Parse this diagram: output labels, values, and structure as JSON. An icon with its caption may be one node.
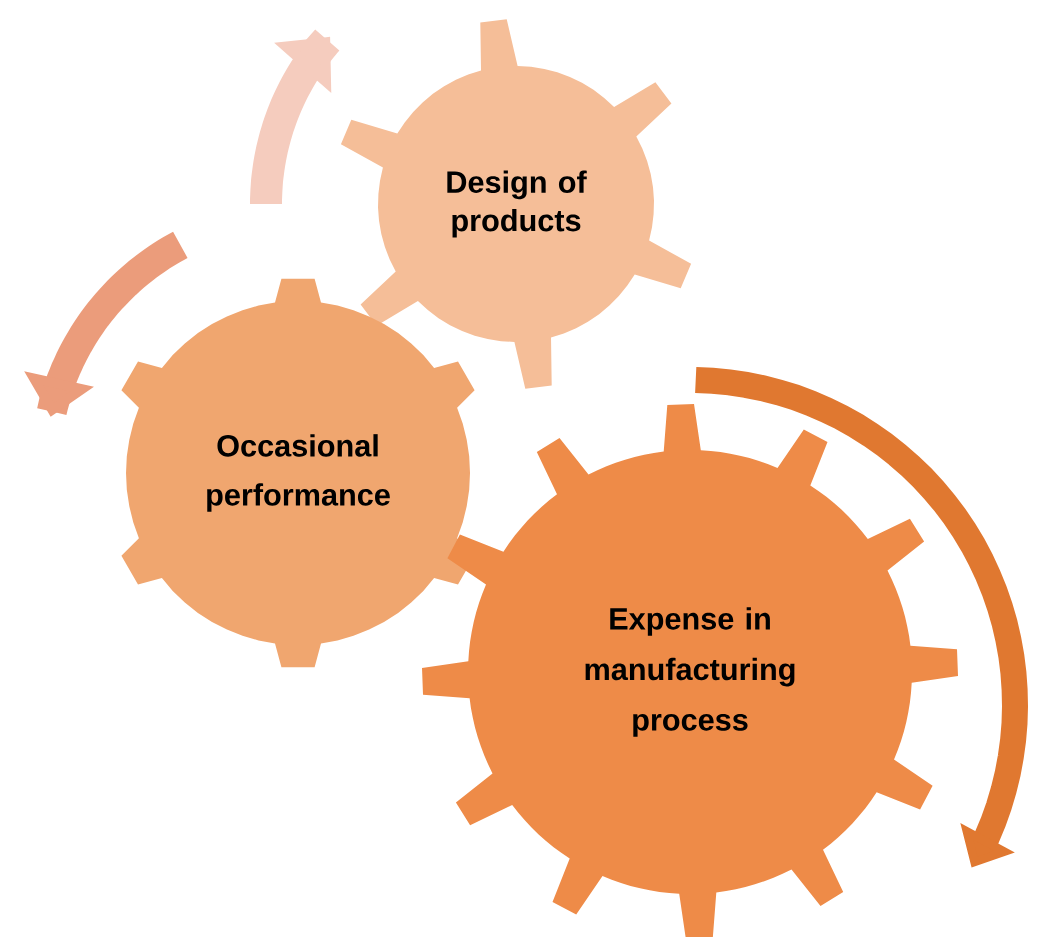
{
  "diagram": {
    "nodes": [
      {
        "text": [
          "Design of products"
        ]
      },
      {
        "text": [
          "Occasional performance"
        ]
      },
      {
        "text": [
          "Expense in manufacturing process"
        ]
      }
    ]
  }
}
